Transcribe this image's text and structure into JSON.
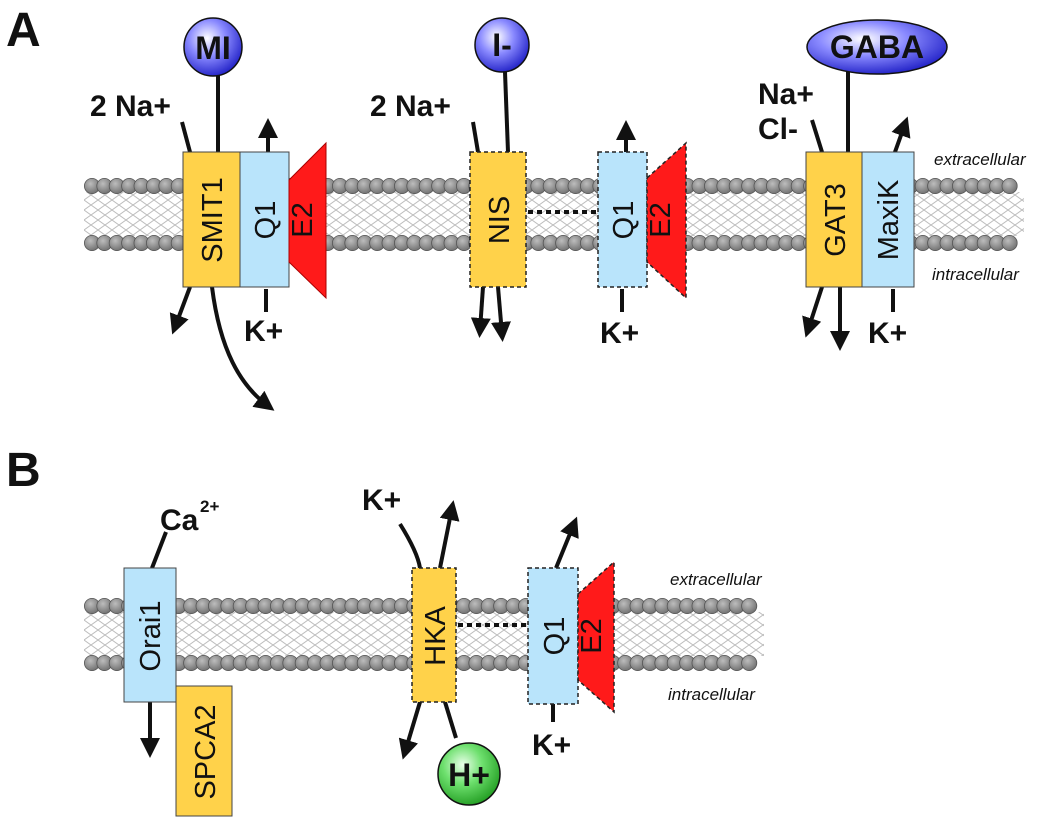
{
  "panels": [
    {
      "label": "A",
      "extracellular": "extracellular",
      "intracellular": "intracellular",
      "substrates": [
        {
          "id": "mi",
          "label": "MI",
          "color": "blue"
        },
        {
          "id": "iodide",
          "label": "I-",
          "color": "blue"
        },
        {
          "id": "gaba",
          "label": "GABA",
          "color": "blue"
        }
      ],
      "ions": {
        "na_smit": "2 Na+",
        "na_nis": "2 Na+",
        "na_gat": "Na+",
        "cl_gat": "Cl-",
        "k1": "K+",
        "k2": "K+",
        "k3": "K+"
      },
      "proteins": {
        "smit1": "SMIT1",
        "q1_a1": "Q1",
        "e2_a1": "E2",
        "nis": "NIS",
        "q1_a2": "Q1",
        "e2_a2": "E2",
        "gat3": "GAT3",
        "maxik": "MaxiK"
      }
    },
    {
      "label": "B",
      "extracellular": "extracellular",
      "intracellular": "intracellular",
      "ions": {
        "ca": "Ca",
        "ca_sup": "2+",
        "k_hka": "K+",
        "k_q1": "K+",
        "h": "H+"
      },
      "proteins": {
        "orai1": "Orai1",
        "spca2": "SPCA2",
        "hka": "HKA",
        "q1": "Q1",
        "e2": "E2"
      }
    }
  ],
  "colors": {
    "transporter": "#ffd24a",
    "channel": "#b9e4fb",
    "e2": "#ff1a1a",
    "ball_blue": "#3a3ad6",
    "ball_green": "#3ec83e",
    "lipid_head": "#8c8c8c",
    "membrane_core": "#d9d9d9"
  }
}
